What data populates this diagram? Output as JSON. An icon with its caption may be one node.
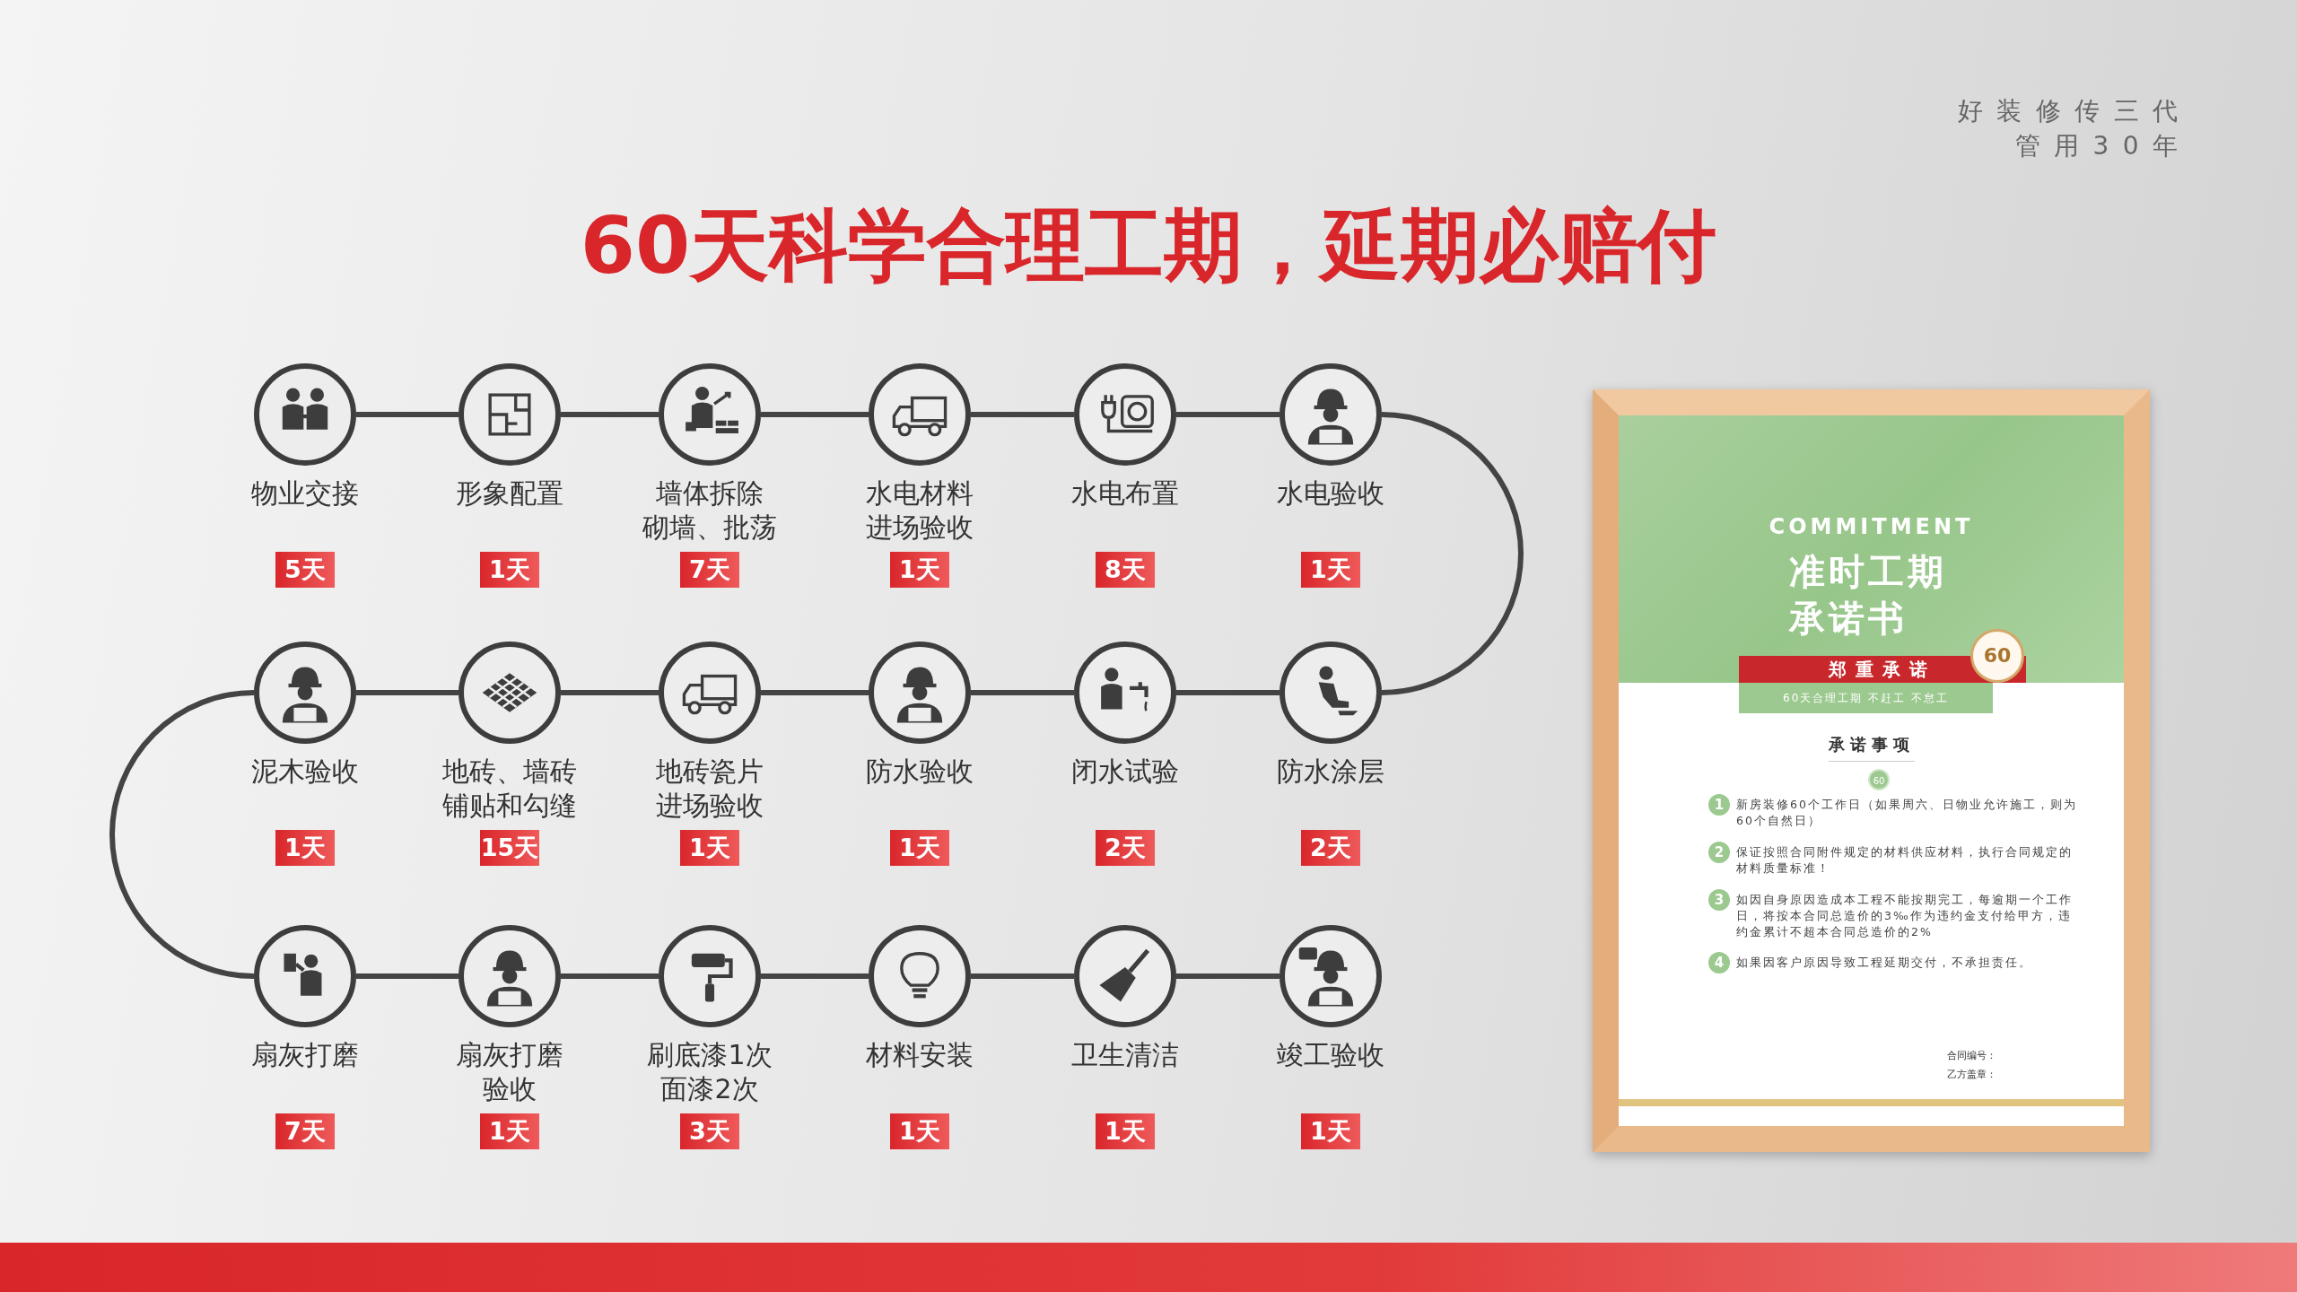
{
  "diagram": {
    "title": "60天科学合理工期，延期必赔付",
    "nodes": [
      {
        "text": [
          "物业交接"
        ],
        "beside": [
          "5天"
        ]
      },
      {
        "text": [
          "形象配置"
        ],
        "beside": [
          "1天"
        ]
      },
      {
        "text": [
          "墙体拆除砌墙、批荡"
        ],
        "beside": [
          "7天"
        ]
      },
      {
        "text": [
          "水电材料进场验收"
        ],
        "beside": [
          "1天"
        ]
      },
      {
        "text": [
          "水电布置"
        ],
        "beside": [
          "8天"
        ]
      },
      {
        "text": [
          "水电验收"
        ],
        "beside": [
          "1天"
        ]
      },
      {
        "text": [
          "防水涂层"
        ],
        "beside": [
          "2天"
        ]
      },
      {
        "text": [
          "闭水试验"
        ],
        "beside": [
          "2天"
        ]
      },
      {
        "text": [
          "防水验收"
        ],
        "beside": [
          "1天"
        ]
      },
      {
        "text": [
          "地砖瓷片进场验收"
        ],
        "beside": [
          "1天"
        ]
      },
      {
        "text": [
          "地砖、墙砖铺贴和勾缝"
        ],
        "beside": [
          "15天"
        ]
      },
      {
        "text": [
          "泥木验收"
        ],
        "beside": [
          "1天"
        ]
      },
      {
        "text": [
          "扇灰打磨"
        ],
        "beside": [
          "7天"
        ]
      },
      {
        "text": [
          "扇灰打磨验收"
        ],
        "beside": [
          "1天"
        ]
      },
      {
        "text": [
          "刷底漆1次面漆2次"
        ],
        "beside": [
          "3天"
        ]
      },
      {
        "text": [
          "材料安装"
        ],
        "beside": [
          "1天"
        ]
      },
      {
        "text": [
          "卫生清洁"
        ],
        "beside": [
          "1天"
        ]
      },
      {
        "text": [
          "竣工验收"
        ],
        "beside": [
          "1天"
        ]
      },
      {
        "text": [
          "COMMITMENT",
          "准时工期承诺书",
          "承诺事项",
          "合同编号：",
          "乙方盖章："
        ]
      },
      {
        "text": [
          "郑重承诺"
        ],
        "in": 18
      },
      {
        "text": [
          "60天合理工期 不赶工 不怠工"
        ],
        "in": 18
      },
      {
        "text": [
          "60"
        ],
        "in": 18
      },
      {
        "text": [
          "60"
        ],
        "in": 18
      },
      {
        "text": [
          "1"
        ],
        "in": 18,
        "beside": [
          "新房装修60个工作日（如果周六、日物业允许施工，则为60个自然日）"
        ]
      },
      {
        "text": [
          "2"
        ],
        "in": 18,
        "beside": [
          "保证按照合同附件规定的材料供应材料，执行合同规定的材料质量标准！"
        ]
      },
      {
        "text": [
          "3"
        ],
        "in": 18,
        "beside": [
          "如因自身原因造成本工程不能按期完工，每逾期一个工作日，将按本合同总造价的3‰作为违约金支付给甲方，违约金累计不超本合同总造价的2%"
        ]
      },
      {
        "text": [
          "4"
        ],
        "in": 18,
        "beside": [
          "如果因客户原因导致工程延期交付，不承担责任。"
        ]
      }
    ],
    "edges": [
      {
        "from": 0,
        "to": 1,
        "arrow": "none"
      },
      {
        "from": 1,
        "to": 2,
        "arrow": "none"
      },
      {
        "from": 2,
        "to": 3,
        "arrow": "none"
      },
      {
        "from": 3,
        "to": 4,
        "arrow": "none"
      },
      {
        "from": 4,
        "to": 5,
        "arrow": "none"
      },
      {
        "from": 5,
        "to": 6,
        "arrow": "none"
      },
      {
        "from": 6,
        "to": 7,
        "arrow": "none"
      },
      {
        "from": 7,
        "to": 8,
        "arrow": "none"
      },
      {
        "from": 8,
        "to": 9,
        "arrow": "none"
      },
      {
        "from": 9,
        "to": 10,
        "arrow": "none"
      },
      {
        "from": 10,
        "to": 11,
        "arrow": "none"
      },
      {
        "from": 11,
        "to": 12,
        "arrow": "none"
      },
      {
        "from": 12,
        "to": 13,
        "arrow": "none"
      },
      {
        "from": 13,
        "to": 14,
        "arrow": "none"
      },
      {
        "from": 14,
        "to": 15,
        "arrow": "none"
      },
      {
        "from": 15,
        "to": 16,
        "arrow": "none"
      },
      {
        "from": 16,
        "to": 17,
        "arrow": "none"
      }
    ],
    "labels": [
      "好装修传三代",
      "管用30年"
    ]
  }
}
